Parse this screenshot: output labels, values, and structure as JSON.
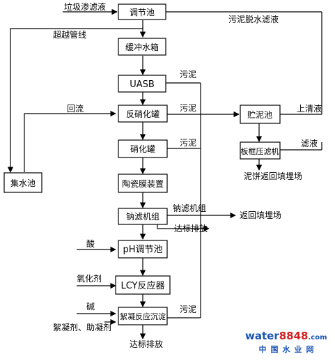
{
  "nodes": {
    "tiaojiechi": "调节池",
    "huanchong": "缓冲水箱",
    "uasb": "UASB",
    "fanxiaohua": "反硝化罐",
    "xiaohua": "硝化罐",
    "taoci": "陶瓷膜装置",
    "nalv": "钠滤机组",
    "ph": "pH调节池",
    "lcy": "LCY反应器",
    "xuning": "絮凝反应沉淀",
    "jishui": "集水池",
    "zhuni": "贮泥池",
    "banka": "板框压滤机"
  },
  "labels": {
    "leachate": "垃圾渗滤液",
    "sludge_dewater_filtrate": "污泥脱水滤液",
    "overflow_pipe": "超越管线",
    "return_flow": "回流",
    "sludge1": "污泥",
    "sludge2": "污泥",
    "sludge3": "污泥",
    "sludge4": "污泥",
    "supernatant": "上清液",
    "filtrate": "滤液",
    "cake_landfill": "泥饼返回填埋场",
    "nf_unit": "钠滤机组",
    "return_landfill": "返回填埋场",
    "discharge1": "达标排放",
    "acid": "酸",
    "oxidant": "氧化剂",
    "alkali": "碱",
    "flocculant": "絮凝剂、助凝剂",
    "discharge2": "达标排放"
  },
  "watermark": {
    "brand_a": "water",
    "brand_b": "8848",
    "brand_c": ".com",
    "cn": "中国水业网",
    "color_blue": "#1a55b5",
    "color_red": "#d42020"
  }
}
